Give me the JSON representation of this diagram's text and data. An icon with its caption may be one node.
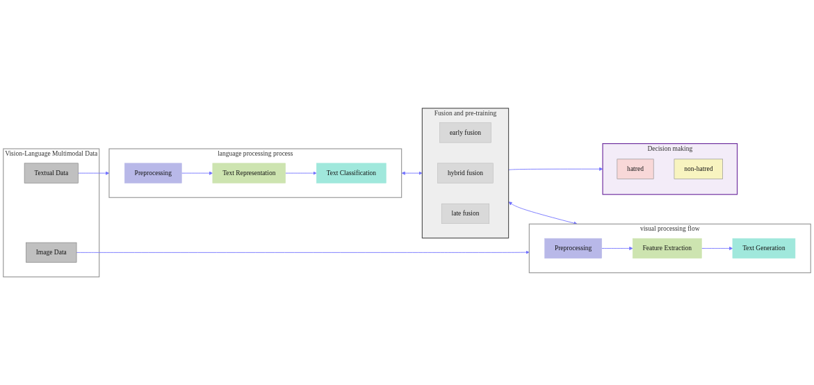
{
  "diagram": {
    "nodes": [
      {
        "text": [
          "Vision-Language Multimodal Data"
        ]
      },
      {
        "text": [
          "Textual Data"
        ],
        "in": 0
      },
      {
        "text": [
          "Image Data"
        ],
        "in": 0
      },
      {
        "text": [
          "language processing process"
        ]
      },
      {
        "text": [
          "Preprocessing"
        ],
        "in": 3
      },
      {
        "text": [
          "Text Representation"
        ],
        "in": 3
      },
      {
        "text": [
          "Text Classification"
        ],
        "in": 3
      },
      {
        "text": [
          "Fusion and pre-training"
        ]
      },
      {
        "text": [
          "early fusion"
        ],
        "in": 7
      },
      {
        "text": [
          "hybrid fusion"
        ],
        "in": 7
      },
      {
        "text": [
          "late fusion"
        ],
        "in": 7
      },
      {
        "text": [
          "Decision making"
        ]
      },
      {
        "text": [
          "hatred"
        ],
        "in": 11
      },
      {
        "text": [
          "non-hatred"
        ],
        "in": 11
      },
      {
        "text": [
          "visual processing flow"
        ]
      },
      {
        "text": [
          "Preprocessing"
        ],
        "in": 14
      },
      {
        "text": [
          "Feature Extraction"
        ],
        "in": 14
      },
      {
        "text": [
          "Text Generation"
        ],
        "in": 14
      }
    ],
    "edges": [
      {
        "from": 1,
        "to": 3,
        "arrow": "to"
      },
      {
        "from": 4,
        "to": 5,
        "arrow": "to"
      },
      {
        "from": 5,
        "to": 6,
        "arrow": "to"
      },
      {
        "from": 3,
        "to": 7,
        "arrow": "both"
      },
      {
        "from": 7,
        "to": 11,
        "arrow": "to"
      },
      {
        "from": 7,
        "to": 14,
        "arrow": "both"
      },
      {
        "from": 2,
        "to": 14,
        "arrow": "to"
      },
      {
        "from": 15,
        "to": 16,
        "arrow": "to"
      },
      {
        "from": 16,
        "to": 17,
        "arrow": "to"
      }
    ]
  }
}
